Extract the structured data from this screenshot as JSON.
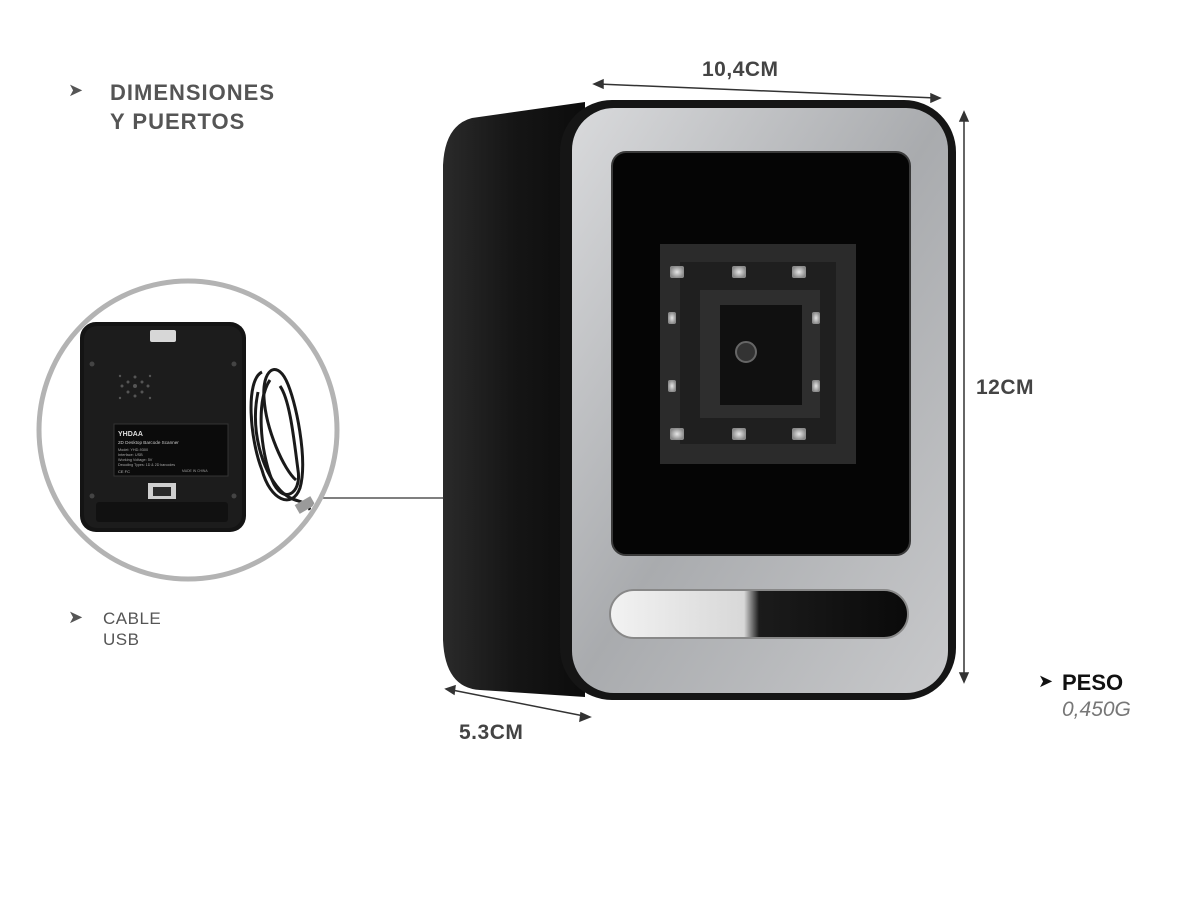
{
  "heading": {
    "line1": "DIMENSIONES",
    "line2": "Y PUERTOS"
  },
  "bullet_glyph": "➤",
  "cable": {
    "line1": "CABLE",
    "line2": "USB"
  },
  "dimensions": {
    "width": "10,4CM",
    "height": "12CM",
    "depth": "5.3CM"
  },
  "weight": {
    "label": "PESO",
    "value": "0,450G"
  },
  "label_sticker": {
    "brand": "YHDAA",
    "title": "2D Desktop Barcode Scanner",
    "line1": "Model: YHD-9300",
    "line2": "Interface: USB",
    "line3": "Working Voltage: 5V",
    "line4": "Decoding Types: 1D & 2D barcodes",
    "made": "MADE IN CHINA",
    "marks": "CE FC"
  },
  "colors": {
    "device_body": "#1a1a1a",
    "bezel": "#b9bbbe",
    "text": "#555555",
    "accent": "#111111"
  }
}
